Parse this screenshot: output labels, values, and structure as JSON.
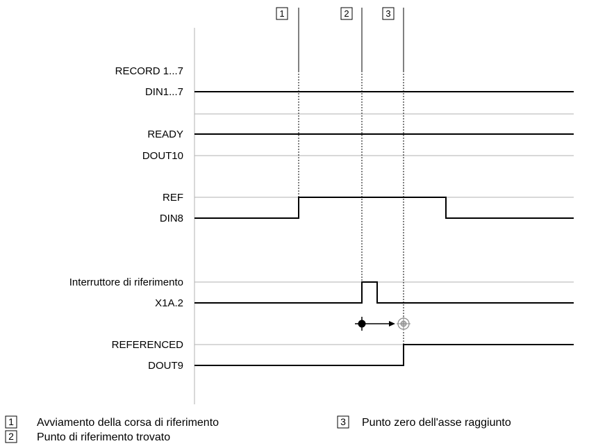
{
  "signals": [
    {
      "id": "record",
      "label_1": "RECORD 1...7",
      "label_2": "DIN1...7",
      "level": "high"
    },
    {
      "id": "ready",
      "label_1": "READY",
      "label_2": "DOUT10",
      "level": "high"
    },
    {
      "id": "ref",
      "label_1": "REF",
      "label_2": "DIN8",
      "level": "pulse"
    },
    {
      "id": "switch",
      "label_1": "Interruttore di riferimento",
      "label_2": "X1A.2",
      "level": "pulse"
    },
    {
      "id": "referenced",
      "label_1": "REFERENCED",
      "label_2": "DOUT9",
      "level": "step"
    }
  ],
  "markers": [
    {
      "num": "1",
      "text": "Avviamento della corsa di riferimento"
    },
    {
      "num": "2",
      "text": "Punto di riferimento trovato"
    },
    {
      "num": "3",
      "text": "Punto zero dell'asse raggiunto"
    }
  ]
}
